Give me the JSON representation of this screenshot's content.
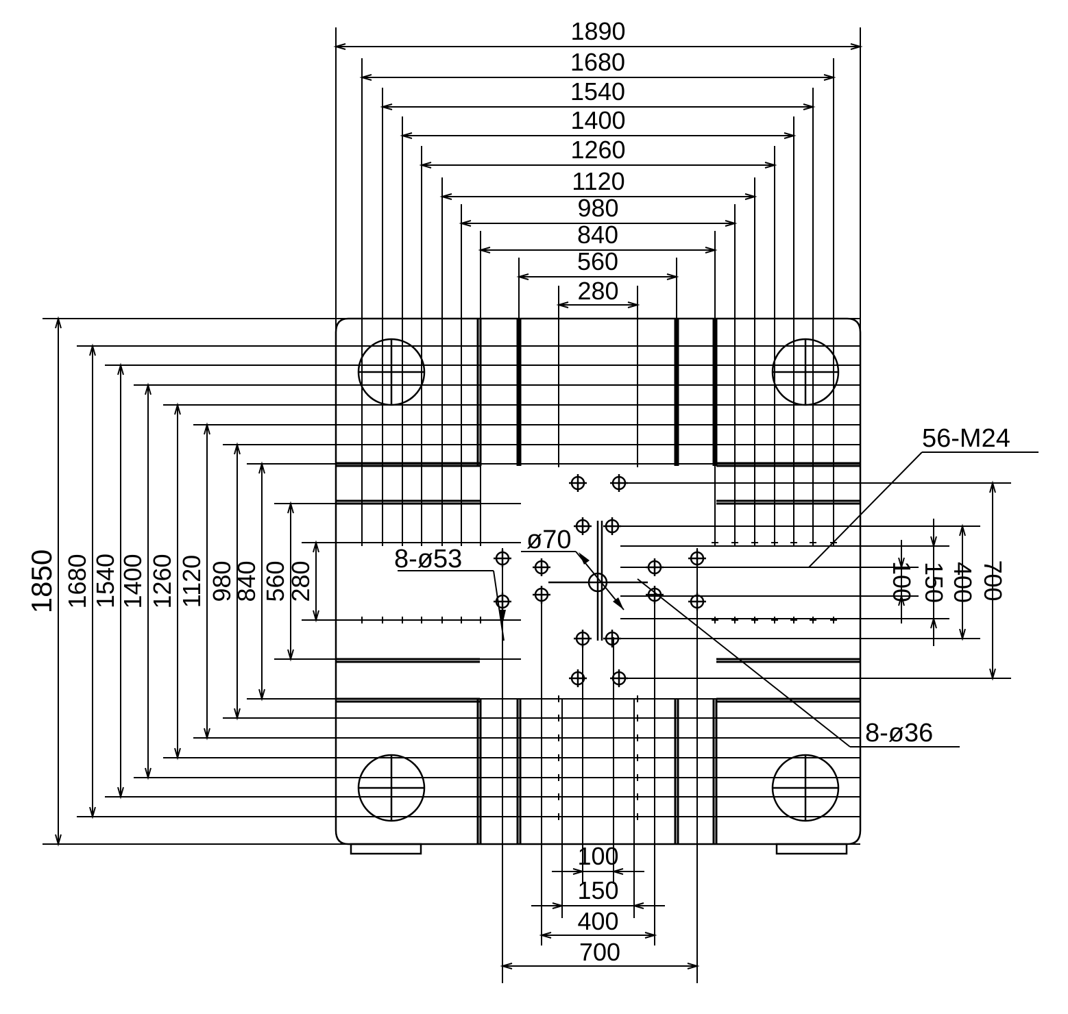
{
  "colors": {
    "ink": "#000000",
    "paper": "#ffffff"
  },
  "horizontal_dimensions": [
    "1890",
    "1680",
    "1540",
    "1400",
    "1260",
    "1120",
    "980",
    "840",
    "560",
    "280"
  ],
  "vertical_dimensions": [
    "1850",
    "1680",
    "1540",
    "1400",
    "1260",
    "1120",
    "980",
    "840",
    "560",
    "280"
  ],
  "bottom_dimensions": [
    "100",
    "150",
    "400",
    "700"
  ],
  "right_dimensions": [
    "100",
    "150",
    "400",
    "700"
  ],
  "callouts": {
    "center_hole": "ø70",
    "inner_holes": "8-ø53",
    "outer_holes": "8-ø36",
    "tapped_holes": "56-M24"
  }
}
